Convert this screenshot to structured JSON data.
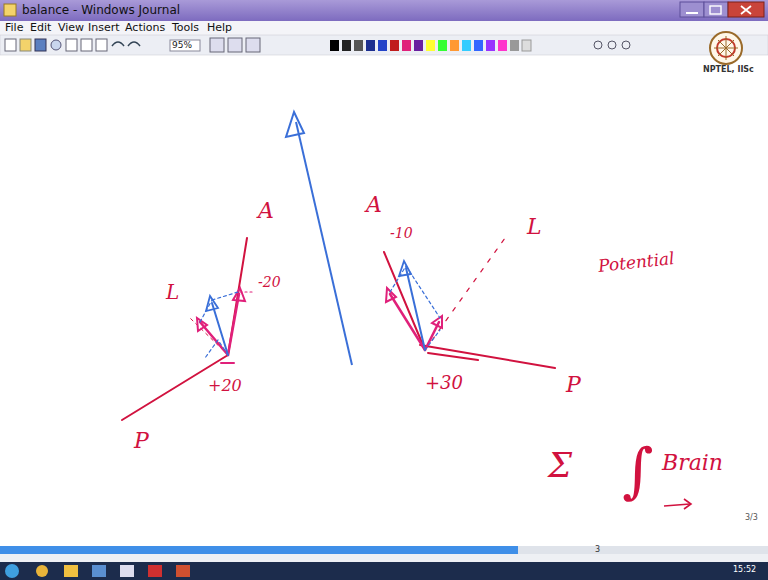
{
  "diagram": {
    "labels": [
      "balance - Windows Journal",
      "File",
      "Edit",
      "View",
      "Insert",
      "Actions",
      "Tools",
      "Help",
      "95%",
      "NPTEL, IISc",
      "A",
      "L",
      "-20",
      "+20",
      "P",
      "A",
      "-10",
      "L",
      "+30",
      "P",
      "Potential",
      "Σ",
      "∫",
      "Brain",
      "3/3",
      "3",
      "15:52"
    ]
  }
}
